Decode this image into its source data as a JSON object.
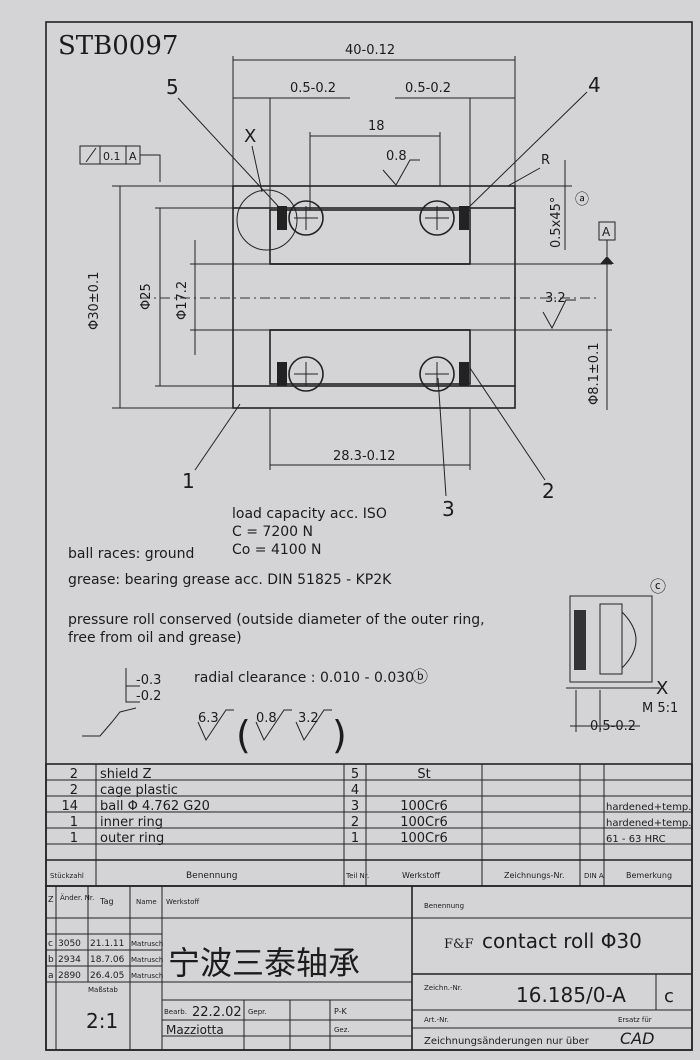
{
  "sheet_code": "STB0097",
  "dims": {
    "overall_width": "40-0.12",
    "offset_left": "0.5-0.2",
    "offset_right": "0.5-0.2",
    "inner_width": "18",
    "roughness_top": "0.8",
    "radius": "R",
    "chamfer": "0.5x45°",
    "circle_a": "ⓐ",
    "datum": "A",
    "outer_dia": "Φ30±0.1",
    "bore_25": "Φ25",
    "bore_17": "Φ17.2",
    "roughness_right": "3.2",
    "bore_8": "Φ8.1±0.1",
    "ring_width": "28.3-0.12",
    "runout_tol": "0.1",
    "runout_datum": "A"
  },
  "callouts": {
    "c1": "1",
    "c2": "2",
    "c3": "3",
    "c4": "4",
    "c5": "5",
    "detail_x": "X"
  },
  "notes": {
    "load_capacity": "load capacity acc. ISO",
    "c_value": "C  = 7200 N",
    "co_value": "Co = 4100 N",
    "ball_races": "ball races: ground",
    "grease": "grease: bearing grease acc. DIN 51825 - KP2K",
    "pressure_line1": "pressure roll conserved (outside diameter of the outer ring,",
    "pressure_line2": "free from oil and grease)",
    "radial_clearance": "radial clearance : 0.010 - 0.030",
    "circle_b": "ⓑ",
    "circle_c": "ⓒ",
    "tol_upper": "-0.3",
    "tol_lower": "-0.2",
    "rough_63": "6.3",
    "rough_08": "0.8",
    "rough_32": "3.2"
  },
  "detail": {
    "label": "X",
    "scale": "M 5:1",
    "dim": "0.5-0.2"
  },
  "parts_list": [
    {
      "qty": "2",
      "name": "shield Z",
      "pos": "5",
      "material": "St",
      "note": ""
    },
    {
      "qty": "2",
      "name": "cage plastic",
      "pos": "4",
      "material": "",
      "note": ""
    },
    {
      "qty": "14",
      "name": "ball Φ 4.762   G20",
      "pos": "3",
      "material": "100Cr6",
      "note": "hardened+temp."
    },
    {
      "qty": "1",
      "name": "inner ring",
      "pos": "2",
      "material": "100Cr6",
      "note": "hardened+temp."
    },
    {
      "qty": "1",
      "name": "outer ring",
      "pos": "1",
      "material": "100Cr6",
      "note": "61 - 63 HRC"
    }
  ],
  "parts_header": {
    "stueckzahl": "Stückzahl",
    "benennung": "Benennung",
    "teil_nr": "Teil Nr.",
    "werkstoff": "Werkstoff",
    "zeichnungs_nr": "Zeichnungs-Nr.",
    "din": "DIN A",
    "bemerkung": "Bemerkung"
  },
  "revisions": {
    "headers": [
      "Z",
      "Änder. Nr.",
      "Tag",
      "Name",
      "Werkstoff"
    ],
    "rows": [
      [
        "c",
        "3050",
        "21.1.11",
        "Matrusch"
      ],
      [
        "b",
        "2934",
        "18.7.06",
        "Matrusch"
      ],
      [
        "a",
        "2890",
        "26.4.05",
        "Matrusch"
      ]
    ]
  },
  "title_block": {
    "benennung_label": "Benennung",
    "title": "contact roll Φ30",
    "title_prefix": "F&F",
    "company_watermark": "宁波三泰轴承",
    "zeichn_label": "Zeichn.-Nr.",
    "drawing_no": "16.185/0-A",
    "revision": "c",
    "massstab_label": "Maßstab",
    "scale": "2:1",
    "bearb_label": "Bearb.",
    "date": "22.2.02",
    "gepr_label": "Gepr.",
    "name": "Mazziotta",
    "pk": "P-K",
    "gez_label": "Gez.",
    "art_label": "Art.-Nr.",
    "ersatz": "Ersatz für",
    "change_note": "Zeichnungsänderungen nur über",
    "cad": "CAD"
  }
}
